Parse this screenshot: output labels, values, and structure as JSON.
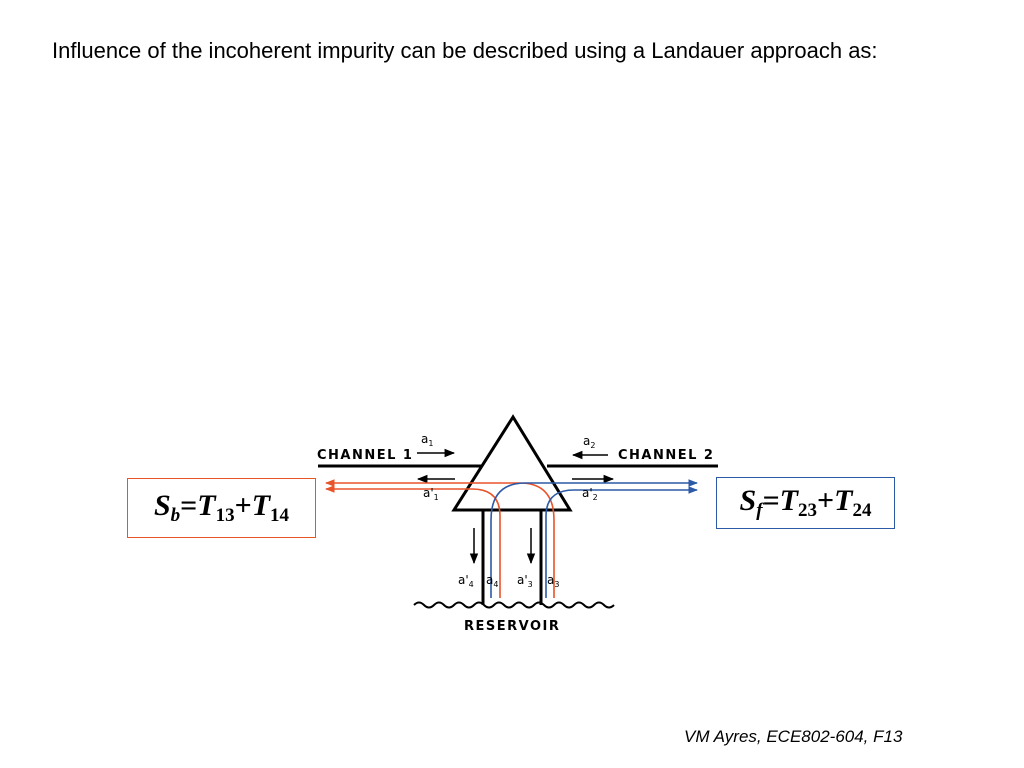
{
  "slide": {
    "headline": "Influence of the incoherent impurity can be described using a Landauer approach as:",
    "footer": "VM Ayres, ECE802-604, F13"
  },
  "diagram": {
    "channel1_label": "CHANNEL 1",
    "channel2_label": "CHANNEL 2",
    "reservoir_label": "RESERVOIR",
    "amplitudes": {
      "a1": "a",
      "a1_sub": "1",
      "a1p": "a'",
      "a1p_sub": "1",
      "a2": "a",
      "a2_sub": "2",
      "a2p": "a'",
      "a2p_sub": "2",
      "a3": "a",
      "a3_sub": "3",
      "a3p": "a'",
      "a3p_sub": "3",
      "a4": "a",
      "a4_sub": "4",
      "a4p": "a'",
      "a4p_sub": "4"
    },
    "equation_back": {
      "lhs": "S",
      "lhs_sub": "b",
      "t1": "T",
      "t1_sub": "13",
      "t2": "T",
      "t2_sub": "14"
    },
    "equation_forward": {
      "lhs": "S",
      "lhs_sub": "f",
      "t1": "T",
      "t1_sub": "23",
      "t2": "T",
      "t2_sub": "24"
    },
    "colors": {
      "backscatter": "#e8542a",
      "forward": "#2d5aa6",
      "line": "#000000"
    }
  }
}
